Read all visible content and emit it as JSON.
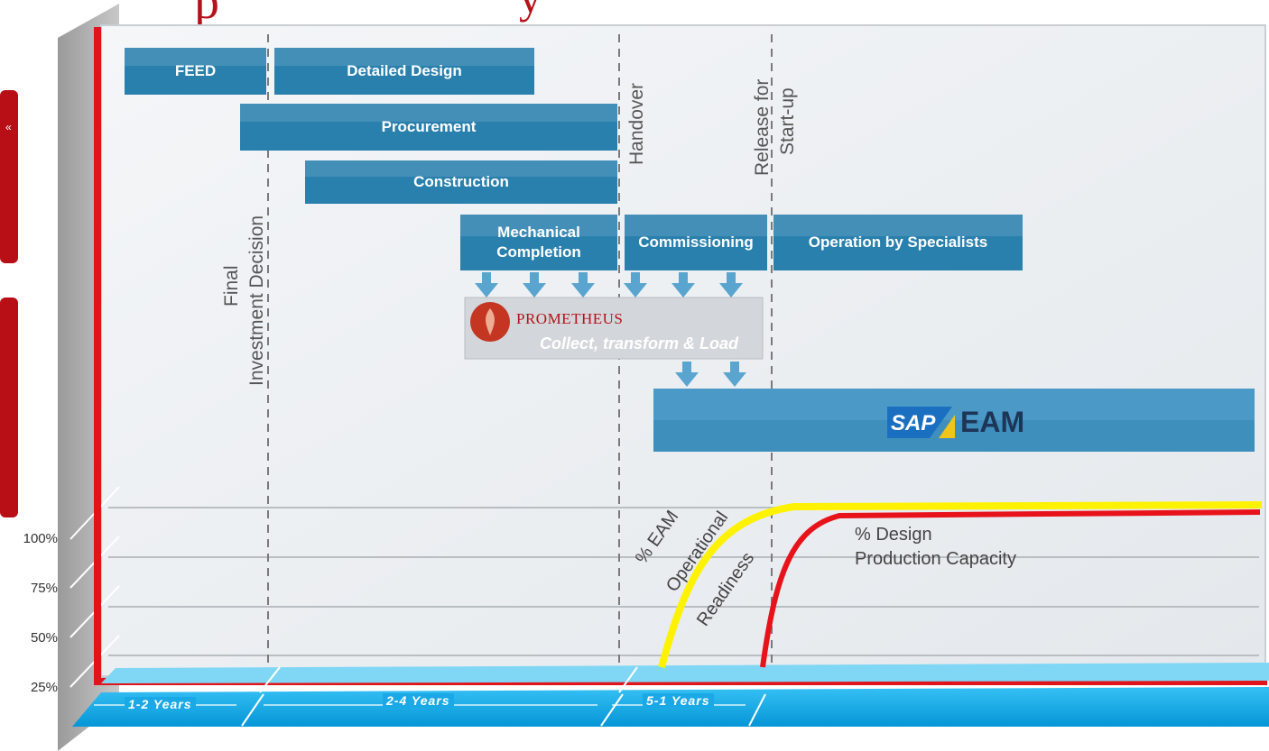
{
  "phases": {
    "feed": "FEED",
    "detailed_design": "Detailed Design",
    "procurement": "Procurement",
    "construction": "Construction",
    "mechanical_completion_line1": "Mechanical",
    "mechanical_completion_line2": "Completion",
    "commissioning": "Commissioning",
    "operation": "Operation by Specialists"
  },
  "milestones": {
    "fid_line1": "Final",
    "fid_line2": "Investment Decision",
    "handover": "Handover",
    "release_line1": "Release for",
    "release_line2": "Start-up"
  },
  "prometheus": {
    "name": "PROMETHEUS",
    "tagline": "Collect, transform & Load"
  },
  "sap": {
    "logo_text": "SAP",
    "product": "EAM"
  },
  "percent_ticks": [
    "100%",
    "75%",
    "50%",
    "25%"
  ],
  "durations": [
    "1-2 Years",
    "2-4 Years",
    "5-1 Years"
  ],
  "curves": {
    "eam_line1": "% EAM",
    "eam_line2": "Operational",
    "eam_line3": "Readiness",
    "design_line1": "% Design",
    "design_line2": "Production Capacity"
  },
  "colors": {
    "box_top": "#3d9bc4",
    "box_bottom": "#1a6a93",
    "axis_red": "#e0141a",
    "floor_blue": "#0aa6e6",
    "eam_curve": "#fff200",
    "design_curve": "#e8121a"
  }
}
